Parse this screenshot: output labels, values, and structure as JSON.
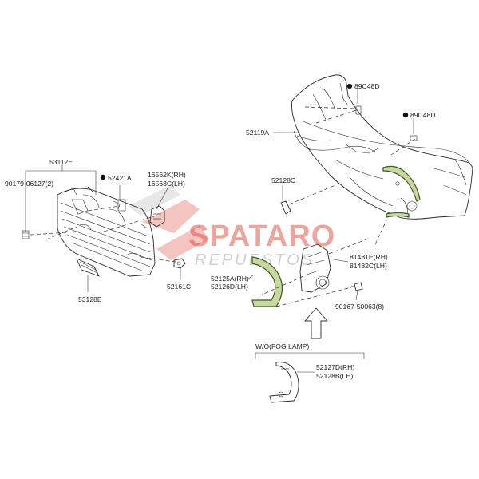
{
  "labels": {
    "p89c48d_top": "89C48D",
    "p89c48d_right": "89C48D",
    "p52119a": "52119A",
    "p53112e": "53112E",
    "p52421a": "52421A",
    "p16562k": "16562K(RH)",
    "p16563c": "16563C(LH)",
    "p90179": "90179-06127(2)",
    "p52128c": "52128C",
    "p53128e": "53128E",
    "p52161c": "52161C",
    "p81481e": "81481E(RH)",
    "p81482c": "81482C(LH)",
    "p52125a": "52125A(RH)",
    "p52126d": "52126D(LH)",
    "p90167": "90167-50063(8)",
    "wo_fog": "W/O(FOG LAMP)",
    "p52127d": "52127D(RH)",
    "p52128b": "52128B(LH)"
  },
  "watermark": {
    "brand": "SPATARO",
    "sub": "REPUESTOS"
  },
  "colors": {
    "highlight": "#c9d8a2",
    "watermark_red": "#e05a4e",
    "line": "#2a2a2a"
  }
}
